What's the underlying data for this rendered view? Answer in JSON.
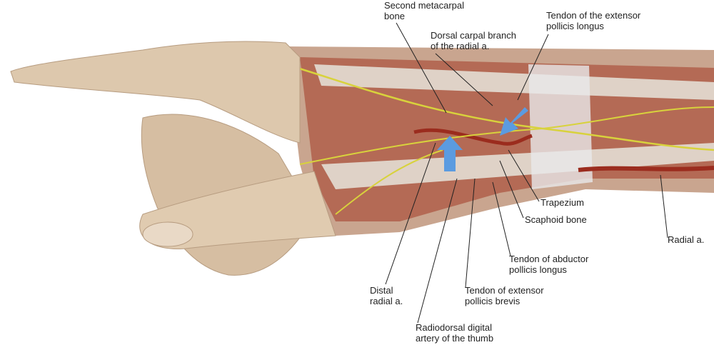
{
  "labels": {
    "second_metacarpal": "Second metacarpal\nbone",
    "dorsal_carpal": "Dorsal carpal branch\nof the radial a.",
    "tendon_epl": "Tendon of the extensor\npollicis longus",
    "trapezium": "Trapezium",
    "scaphoid": "Scaphoid bone",
    "radial_a": "Radial a.",
    "tendon_apl": "Tendon of abductor\npollicis longus",
    "tendon_epb": "Tendon of extensor\npollicis brevis",
    "distal_radial": "Distal\nradial a.",
    "radiodorsal": "Radiodorsal digital\nartery of the thumb"
  },
  "colors": {
    "skin": "#ddc8ad",
    "muscle": "#b46a55",
    "tendon": "#e6e4dc",
    "nerve": "#d8d23c",
    "artery": "#9b2c1e",
    "arrow": "#5b9be0"
  }
}
